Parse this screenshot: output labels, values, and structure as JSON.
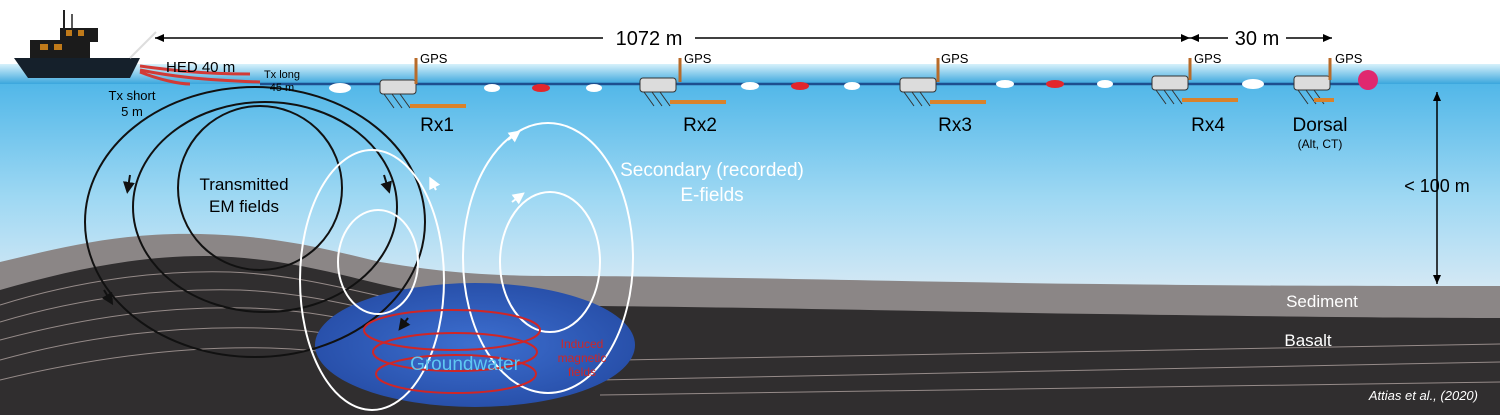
{
  "distances": {
    "total_array": "1072 m",
    "rx4_to_dorsal": "30 m",
    "depth": "< 100 m"
  },
  "transmitter": {
    "hed": "HED 40 m",
    "tx_long_line1": "Tx long",
    "tx_long_line2": "45 m",
    "tx_short_line1": "Tx short",
    "tx_short_line2": "5 m"
  },
  "receivers": [
    {
      "label": "Rx1",
      "gps": "GPS"
    },
    {
      "label": "Rx2",
      "gps": "GPS"
    },
    {
      "label": "Rx3",
      "gps": "GPS"
    },
    {
      "label": "Rx4",
      "gps": "GPS"
    },
    {
      "label": "Dorsal",
      "sub": "(Alt, CT)",
      "gps": "GPS"
    }
  ],
  "fields": {
    "transmitted_line1": "Transmitted",
    "transmitted_line2": "EM fields",
    "secondary_line1": "Secondary (recorded)",
    "secondary_line2": "E-fields",
    "induced_line1": "Induced",
    "induced_line2": "magnetic",
    "induced_line3": "fields"
  },
  "layers": {
    "sediment": "Sediment",
    "basalt": "Basalt",
    "groundwater": "Groundwater"
  },
  "citation": "Attias et al., (2020)",
  "colors": {
    "sky": "#0f1e3c",
    "water_top": "#62c4ee",
    "water_bottom": "#f3d3cd",
    "sediment": "#8b8686",
    "basalt": "#302e2f",
    "groundwater": "#2f5bb7",
    "induced": "#d02626",
    "buoy_red": "#e0286f"
  }
}
